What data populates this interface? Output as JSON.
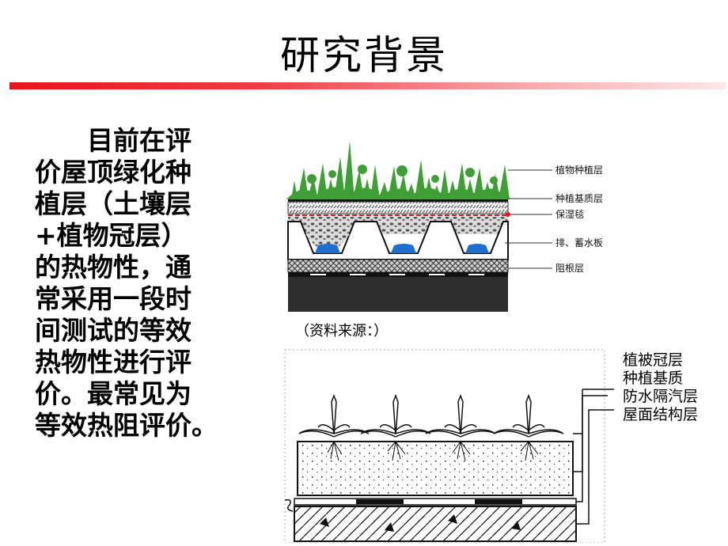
{
  "title": "研究背景",
  "body_lines": [
    "目前在评",
    "价屋顶绿化种",
    "植层（土壤层",
    "+植物冠层）",
    "的热物性，通",
    "常采用一段时",
    "间测试的等效",
    "热物性进行评",
    "价。最常见为",
    "等效热阻评价。"
  ],
  "figure1": {
    "labels": [
      "植物种植层",
      "种植基质层",
      "保湿毯",
      "排、蓄水板",
      "阻根层"
    ],
    "colors": {
      "plants": "#3f9e35",
      "water": "#1e6fd0",
      "marker": "#e5141c",
      "base": "#2e2e2e"
    }
  },
  "source_note": "（资料来源：）",
  "figure2": {
    "labels": [
      "植被冠层",
      "种植基质",
      "防水隔汽层",
      "屋面结构层"
    ]
  },
  "accent_color": "#e8141c"
}
